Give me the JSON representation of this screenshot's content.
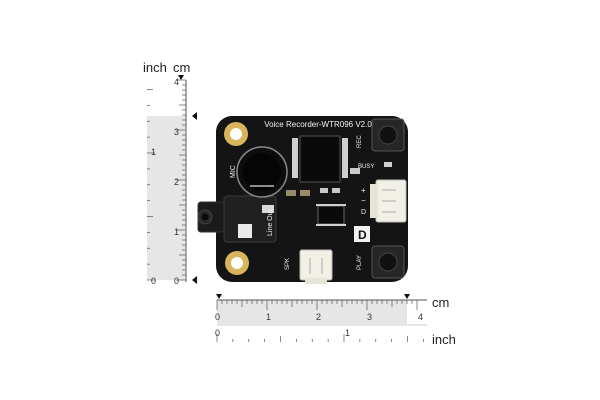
{
  "left_ruler": {
    "units": {
      "inch": "inch",
      "cm": "cm"
    },
    "cm_ticks": [
      "4",
      "3",
      "2",
      "1",
      "0"
    ],
    "inch_ticks": [
      "1",
      "0"
    ],
    "range_cm": [
      0,
      4
    ]
  },
  "bottom_ruler": {
    "units": {
      "cm": "cm",
      "inch": "inch"
    },
    "cm_ticks": [
      "0",
      "1",
      "2",
      "3",
      "4"
    ],
    "inch_ticks": [
      "0",
      "1"
    ],
    "range_cm": [
      0,
      4
    ]
  },
  "board": {
    "title": "Voice Recorder-WTR096 V2.0",
    "labels": {
      "rec": "REC",
      "busy": "BUSY",
      "mic": "MIC",
      "line_out": "Line Out",
      "spk": "SPK",
      "play": "PLAY",
      "plus": "+",
      "minus": "−",
      "d": "D",
      "logo": "D"
    },
    "colors": {
      "pcb": "#141414",
      "silkscreen": "#f2f2f2",
      "gold": "#d8b55a",
      "connector": "#f1efe6"
    }
  }
}
